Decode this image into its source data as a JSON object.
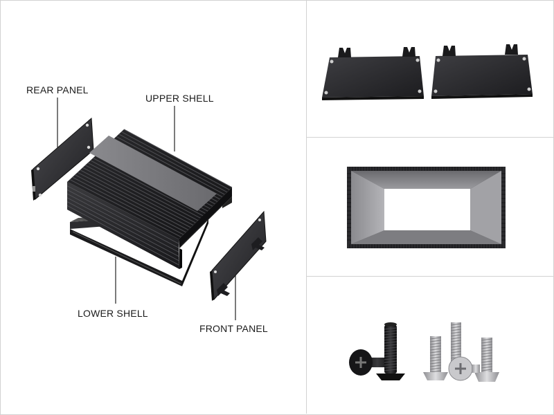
{
  "labels": {
    "rear_panel": "REAR PANEL",
    "upper_shell": "UPPER SHELL",
    "lower_shell": "LOWER SHELL",
    "front_panel": "FRONT PANEL"
  },
  "colors": {
    "background": "#ffffff",
    "border": "#d2d2d2",
    "metal_dark": "#1e1e20",
    "metal_mid": "#3a3a3d",
    "metal_light": "#7c7c80",
    "steel": "#b9b9bc",
    "leader_line": "#222222"
  },
  "icons": {
    "enclosure": "exploded-enclosure-icon",
    "panels": "end-panels-icon",
    "frame": "extruded-frame-icon",
    "screws": "screws-icon"
  }
}
